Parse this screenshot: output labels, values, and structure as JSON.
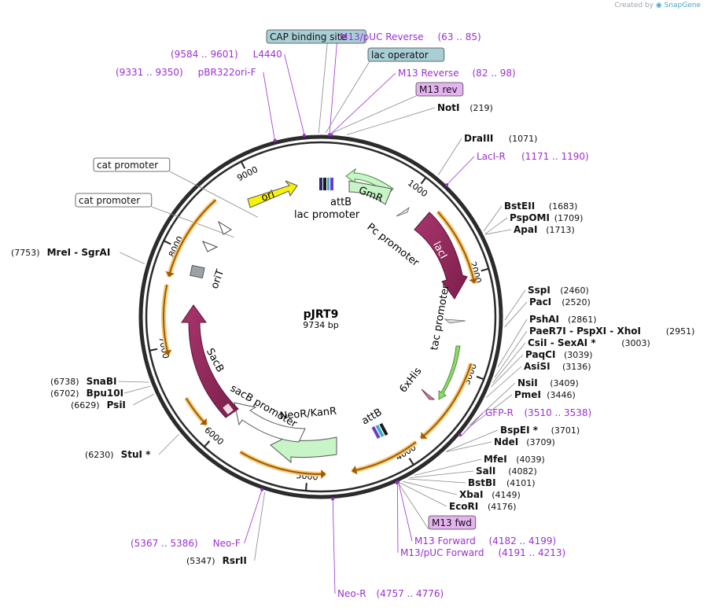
{
  "credit": {
    "prefix": "Created by",
    "brand": "SnapGene"
  },
  "plasmid": {
    "name": "pJRT9",
    "length_label": "9734 bp",
    "length": 9734
  },
  "colors": {
    "primer": "#9b30d0",
    "site": "#111111",
    "cap_fill": "#a9cfd6",
    "lacop_fill": "#a9cfd6",
    "m13_fill": "#e5b3f0",
    "orange": "#f0a23a",
    "green": "#c8f5c8",
    "maroon": "#92275a",
    "yellow": "#f7f20a",
    "gray": "#9aa2a8"
  },
  "ticks": [
    {
      "pos": 1000,
      "label": "1000"
    },
    {
      "pos": 2000,
      "label": "2000"
    },
    {
      "pos": 3000,
      "label": "3000"
    },
    {
      "pos": 4000,
      "label": "4000"
    },
    {
      "pos": 5000,
      "label": "5000"
    },
    {
      "pos": 6000,
      "label": "6000"
    },
    {
      "pos": 7000,
      "label": "7000"
    },
    {
      "pos": 8000,
      "label": "8000"
    },
    {
      "pos": 9000,
      "label": "9000"
    }
  ],
  "labels": [
    {
      "id": "cap",
      "type": "boxed",
      "text": "CAP binding site",
      "pos": 9716
    },
    {
      "id": "m13puc-rev",
      "type": "primer",
      "text": "M13/pUC Reverse",
      "range": "(63 .. 85)",
      "pos": 74
    },
    {
      "id": "l4440",
      "type": "primer",
      "text": "L4440",
      "range": "(9584 .. 9601)",
      "pos": 9592
    },
    {
      "id": "lacop",
      "type": "boxed",
      "text": "lac operator",
      "pos": 40
    },
    {
      "id": "pbr",
      "type": "primer",
      "text": "pBR322ori-F",
      "range": "(9331 .. 9350)",
      "pos": 9340
    },
    {
      "id": "m13rev2",
      "type": "primer",
      "text": "M13 Reverse",
      "range": "(82 .. 98)",
      "pos": 90
    },
    {
      "id": "m13rev-box",
      "type": "m13box",
      "text": "M13 rev",
      "pos": 90
    },
    {
      "id": "noti",
      "type": "site",
      "text": "NotI",
      "num": "(219)",
      "pos": 219
    },
    {
      "id": "draiii",
      "type": "site",
      "text": "DraIII",
      "num": "(1071)",
      "pos": 1071
    },
    {
      "id": "laci-r",
      "type": "primer",
      "text": "LacI-R",
      "range": "(1171 .. 1190)",
      "pos": 1180
    },
    {
      "id": "bsteii",
      "type": "site",
      "text": "BstEII",
      "num": "(1683)",
      "pos": 1683
    },
    {
      "id": "pspomi",
      "type": "site",
      "text": "PspOMI",
      "num": "(1709)",
      "pos": 1709
    },
    {
      "id": "apai",
      "type": "site",
      "text": "ApaI",
      "num": "(1713)",
      "pos": 1713
    },
    {
      "id": "sspi",
      "type": "site",
      "text": "SspI",
      "num": "(2460)",
      "pos": 2460
    },
    {
      "id": "paci",
      "type": "site",
      "text": "PacI",
      "num": "(2520)",
      "pos": 2520
    },
    {
      "id": "pshai",
      "type": "site",
      "text": "PshAI",
      "num": "(2861)",
      "pos": 2861
    },
    {
      "id": "paer7i",
      "type": "site",
      "text": "PaeR7I - PspXI - XhoI",
      "num": "(2951)",
      "pos": 2951
    },
    {
      "id": "csii",
      "type": "site",
      "text": "CsiI - SexAI *",
      "num": "(3003)",
      "pos": 3003
    },
    {
      "id": "paqci",
      "type": "site",
      "text": "PaqCI",
      "num": "(3039)",
      "pos": 3039
    },
    {
      "id": "asisi",
      "type": "site",
      "text": "AsiSI",
      "num": "(3136)",
      "pos": 3136
    },
    {
      "id": "nsii",
      "type": "site",
      "text": "NsiI",
      "num": "(3409)",
      "pos": 3409
    },
    {
      "id": "pmei",
      "type": "site",
      "text": "PmeI",
      "num": "(3446)",
      "pos": 3446
    },
    {
      "id": "gfp-r",
      "type": "primer",
      "text": "GFP-R",
      "range": "(3510 .. 3538)",
      "pos": 3524
    },
    {
      "id": "bspei",
      "type": "site",
      "text": "BspEI *",
      "num": "(3701)",
      "pos": 3701
    },
    {
      "id": "ndei",
      "type": "site",
      "text": "NdeI",
      "num": "(3709)",
      "pos": 3709
    },
    {
      "id": "mfei",
      "type": "site",
      "text": "MfeI",
      "num": "(4039)",
      "pos": 4039
    },
    {
      "id": "sali",
      "type": "site",
      "text": "SalI",
      "num": "(4082)",
      "pos": 4082
    },
    {
      "id": "bstbi",
      "type": "site",
      "text": "BstBI",
      "num": "(4101)",
      "pos": 4101
    },
    {
      "id": "xbai",
      "type": "site",
      "text": "XbaI",
      "num": "(4149)",
      "pos": 4149
    },
    {
      "id": "ecori",
      "type": "site",
      "text": "EcoRI",
      "num": "(4176)",
      "pos": 4176
    },
    {
      "id": "m13fwd-box",
      "type": "m13box",
      "text": "M13 fwd",
      "pos": 4190
    },
    {
      "id": "m13fwd",
      "type": "primer",
      "text": "M13 Forward",
      "range": "(4182 .. 4199)",
      "pos": 4190
    },
    {
      "id": "m13puc-fwd",
      "type": "primer",
      "text": "M13/pUC Forward",
      "range": "(4191 .. 4213)",
      "pos": 4202
    },
    {
      "id": "neo-r",
      "type": "primer",
      "text": "Neo-R",
      "range": "(4757 .. 4776)",
      "pos": 4766
    },
    {
      "id": "neo-f",
      "type": "primer",
      "text": "Neo-F",
      "range": "(5367 .. 5386)",
      "pos": 5376
    },
    {
      "id": "rsrii",
      "type": "site",
      "text": "RsrII",
      "num": "(5347)",
      "pos": 5347
    },
    {
      "id": "stui",
      "type": "site",
      "text": "StuI *",
      "num": "(6230)",
      "pos": 6230
    },
    {
      "id": "snabi",
      "type": "site",
      "text": "SnaBI",
      "num": "(6738)",
      "pos": 6738
    },
    {
      "id": "bpu10i",
      "type": "site",
      "text": "Bpu10I",
      "num": "(6702)",
      "pos": 6702
    },
    {
      "id": "psii",
      "type": "site",
      "text": "PsiI",
      "num": "(6629)",
      "pos": 6629
    },
    {
      "id": "mrei",
      "type": "site",
      "text": "MreI - SgrAI",
      "num": "(7753)",
      "pos": 7753
    },
    {
      "id": "catp1",
      "type": "white",
      "text": "cat promoter",
      "pos": 8860
    },
    {
      "id": "catp2",
      "type": "white",
      "text": "cat promoter",
      "pos": 8450
    }
  ],
  "features": {
    "ori": "ori",
    "gmr": "GmR",
    "laci": "lacI",
    "sacb": "SacB",
    "neor": "NeoR/KanR",
    "orit": "oriT",
    "attb_top": "attB",
    "attb_bottom": "attB",
    "lac_promoter": "lac promoter",
    "pc_promoter": "Pc promoter",
    "tac_promoter": "tac promoter",
    "his": "6xHis",
    "sacb_promoter": "sacB promoter"
  }
}
